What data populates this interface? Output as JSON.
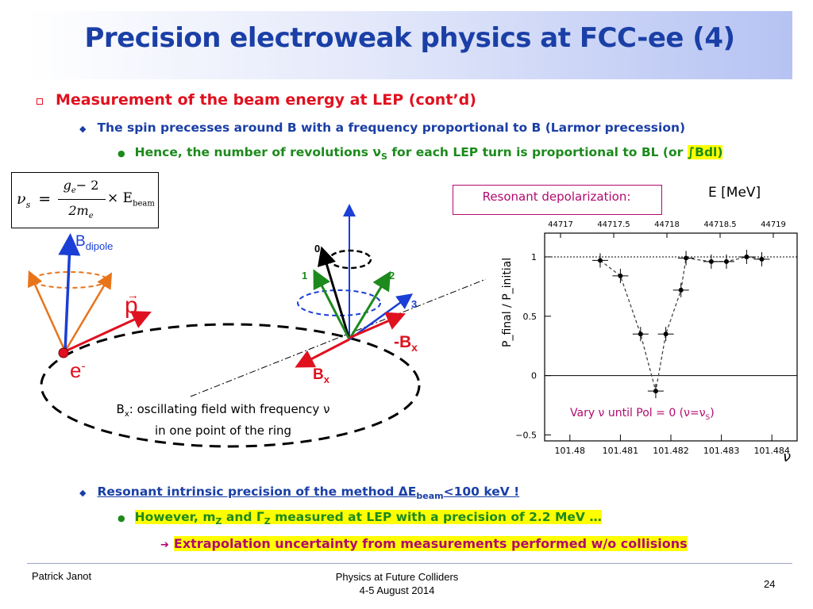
{
  "title": "Precision electroweak physics at FCC-ee (4)",
  "bullets": {
    "b1": "Measurement of the beam energy at LEP (cont’d)",
    "b2": "The spin precesses around B with a frequency proportional to B (Larmor precession)",
    "b3_pre": "Hence, the number of revolutions ",
    "b3_nu": "ν",
    "b3_sub": "S",
    "b3_post": " for each LEP turn is proportional to BL (or ",
    "b3_hl": "∫Bdl)",
    "b4_pre": "Resonant intrinsic precision of the method ",
    "b4_delta": "ΔE",
    "b4_sub": "beam",
    "b4_post": "<100 keV !",
    "b5_pre": "However, m",
    "b5_sub1": "Z",
    "b5_mid": " and ",
    "b5_gamma": "Γ",
    "b5_sub2": "Z",
    "b5_post": " measured at LEP with a precision of 2.2 MeV …",
    "b6_arrow": "➔",
    "b6": "Extrapolation uncertainty from measurements performed w/o collisions"
  },
  "diagram": {
    "formula_nu": "ν",
    "formula_s": "s",
    "formula_eq": "=",
    "formula_num": "g",
    "formula_num_sub": "e",
    "formula_num_rest": "− 2",
    "formula_den": "2m",
    "formula_den_sub": "e",
    "formula_times": "× E",
    "formula_beam": "beam",
    "b_dipole": "B",
    "b_dipole_sub": "dipole",
    "p_label": "p",
    "p_arrow": "→",
    "e_label": "e",
    "e_sup": "-",
    "label_0": "0",
    "label_1": "1",
    "label_2": "2",
    "label_3": "3",
    "minus_bx": "-B",
    "minus_bx_sub": "x",
    "bx": "B",
    "bx_sub": "x",
    "caption_pre": "B",
    "caption_sub": "x",
    "caption_line1": ": oscillating field with frequency ν",
    "caption_line2": "in one point of the ring"
  },
  "resonance": {
    "label": "Resonant depolarization:",
    "vary_label": "Vary ν until Pol = 0 (ν=ν",
    "vary_sub": "S",
    "vary_end": ")"
  },
  "chart_data": {
    "type": "scatter",
    "title": "",
    "top_axis_label": "E [MeV]",
    "top_ticks": [
      "44717",
      "44717.5",
      "44718",
      "44718.5",
      "44719"
    ],
    "xlabel": "ν",
    "ylabel": "P_final / P_initial",
    "x_ticks": [
      "101.48",
      "101.481",
      "101.482",
      "101.483",
      "101.484"
    ],
    "y_ticks": [
      "1",
      "0.5",
      "0",
      "−0.5"
    ],
    "xlim": [
      101.4795,
      101.4845
    ],
    "ylim": [
      -0.55,
      1.2
    ],
    "reference_line_y": 1,
    "series": [
      {
        "x": [
          101.4806,
          101.481,
          101.4814,
          101.4817,
          101.4819,
          101.4822,
          101.4823,
          101.4828,
          101.4831,
          101.4835,
          101.4838
        ],
        "values": [
          0.97,
          0.84,
          0.35,
          -0.13,
          0.35,
          0.72,
          0.99,
          0.96,
          0.96,
          1.0,
          0.98
        ]
      }
    ]
  },
  "footer": {
    "author": "Patrick Janot",
    "event": "Physics at Future Colliders",
    "date": "4-5 August 2014",
    "page": "24"
  }
}
